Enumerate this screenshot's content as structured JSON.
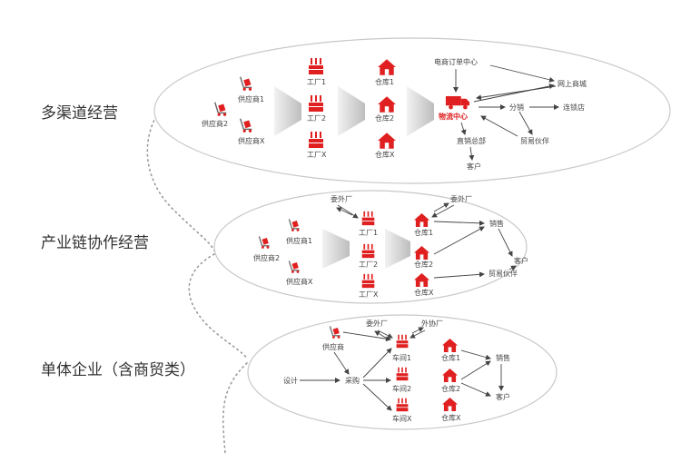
{
  "colors": {
    "accent": "#e02020",
    "arrow": "#444444",
    "ellipse_stroke": "#c8c8c8"
  },
  "tiers": {
    "multi": {
      "title": "多渠道经营",
      "supplier_2": "供应商2",
      "supplier_1": "供应商1",
      "supplier_x": "供应商X",
      "factory_1": "工厂1",
      "factory_2": "工厂2",
      "factory_x": "工厂X",
      "warehouse_1": "仓库1",
      "warehouse_2": "仓库2",
      "warehouse_x": "仓库X",
      "ecommerce_order_center": "电商订单中心",
      "online_mall": "网上商城",
      "logistics_center": "物流中心",
      "distribution": "分销",
      "chain_store": "连锁店",
      "direct_sales_hq": "直销总部",
      "trade_partner": "贸易伙伴",
      "customer": "客户"
    },
    "chain": {
      "title": "产业链协作经营",
      "outsourced_factory_left": "委外厂",
      "outsourced_factory_right": "委外厂",
      "supplier_2": "供应商2",
      "supplier_1": "供应商1",
      "supplier_x": "供应商X",
      "factory_1": "工厂1",
      "factory_2": "工厂2",
      "factory_x": "工厂X",
      "warehouse_1": "仓库1",
      "warehouse_2": "仓库2",
      "warehouse_x": "仓库X",
      "sales": "销售",
      "customer": "客户",
      "trade_partner": "贸易伙伴"
    },
    "single": {
      "title": "单体企业（含商贸类）",
      "supplier": "供应商",
      "outsourced_factory": "委外厂",
      "cooperating_factory": "外协厂",
      "design": "设计",
      "purchasing": "采购",
      "workshop_1": "车间1",
      "workshop_2": "车间2",
      "workshop_x": "车间X",
      "warehouse_1": "仓库1",
      "warehouse_2": "仓库2",
      "warehouse_x": "仓库X",
      "sales": "销售",
      "customer": "客户"
    }
  }
}
